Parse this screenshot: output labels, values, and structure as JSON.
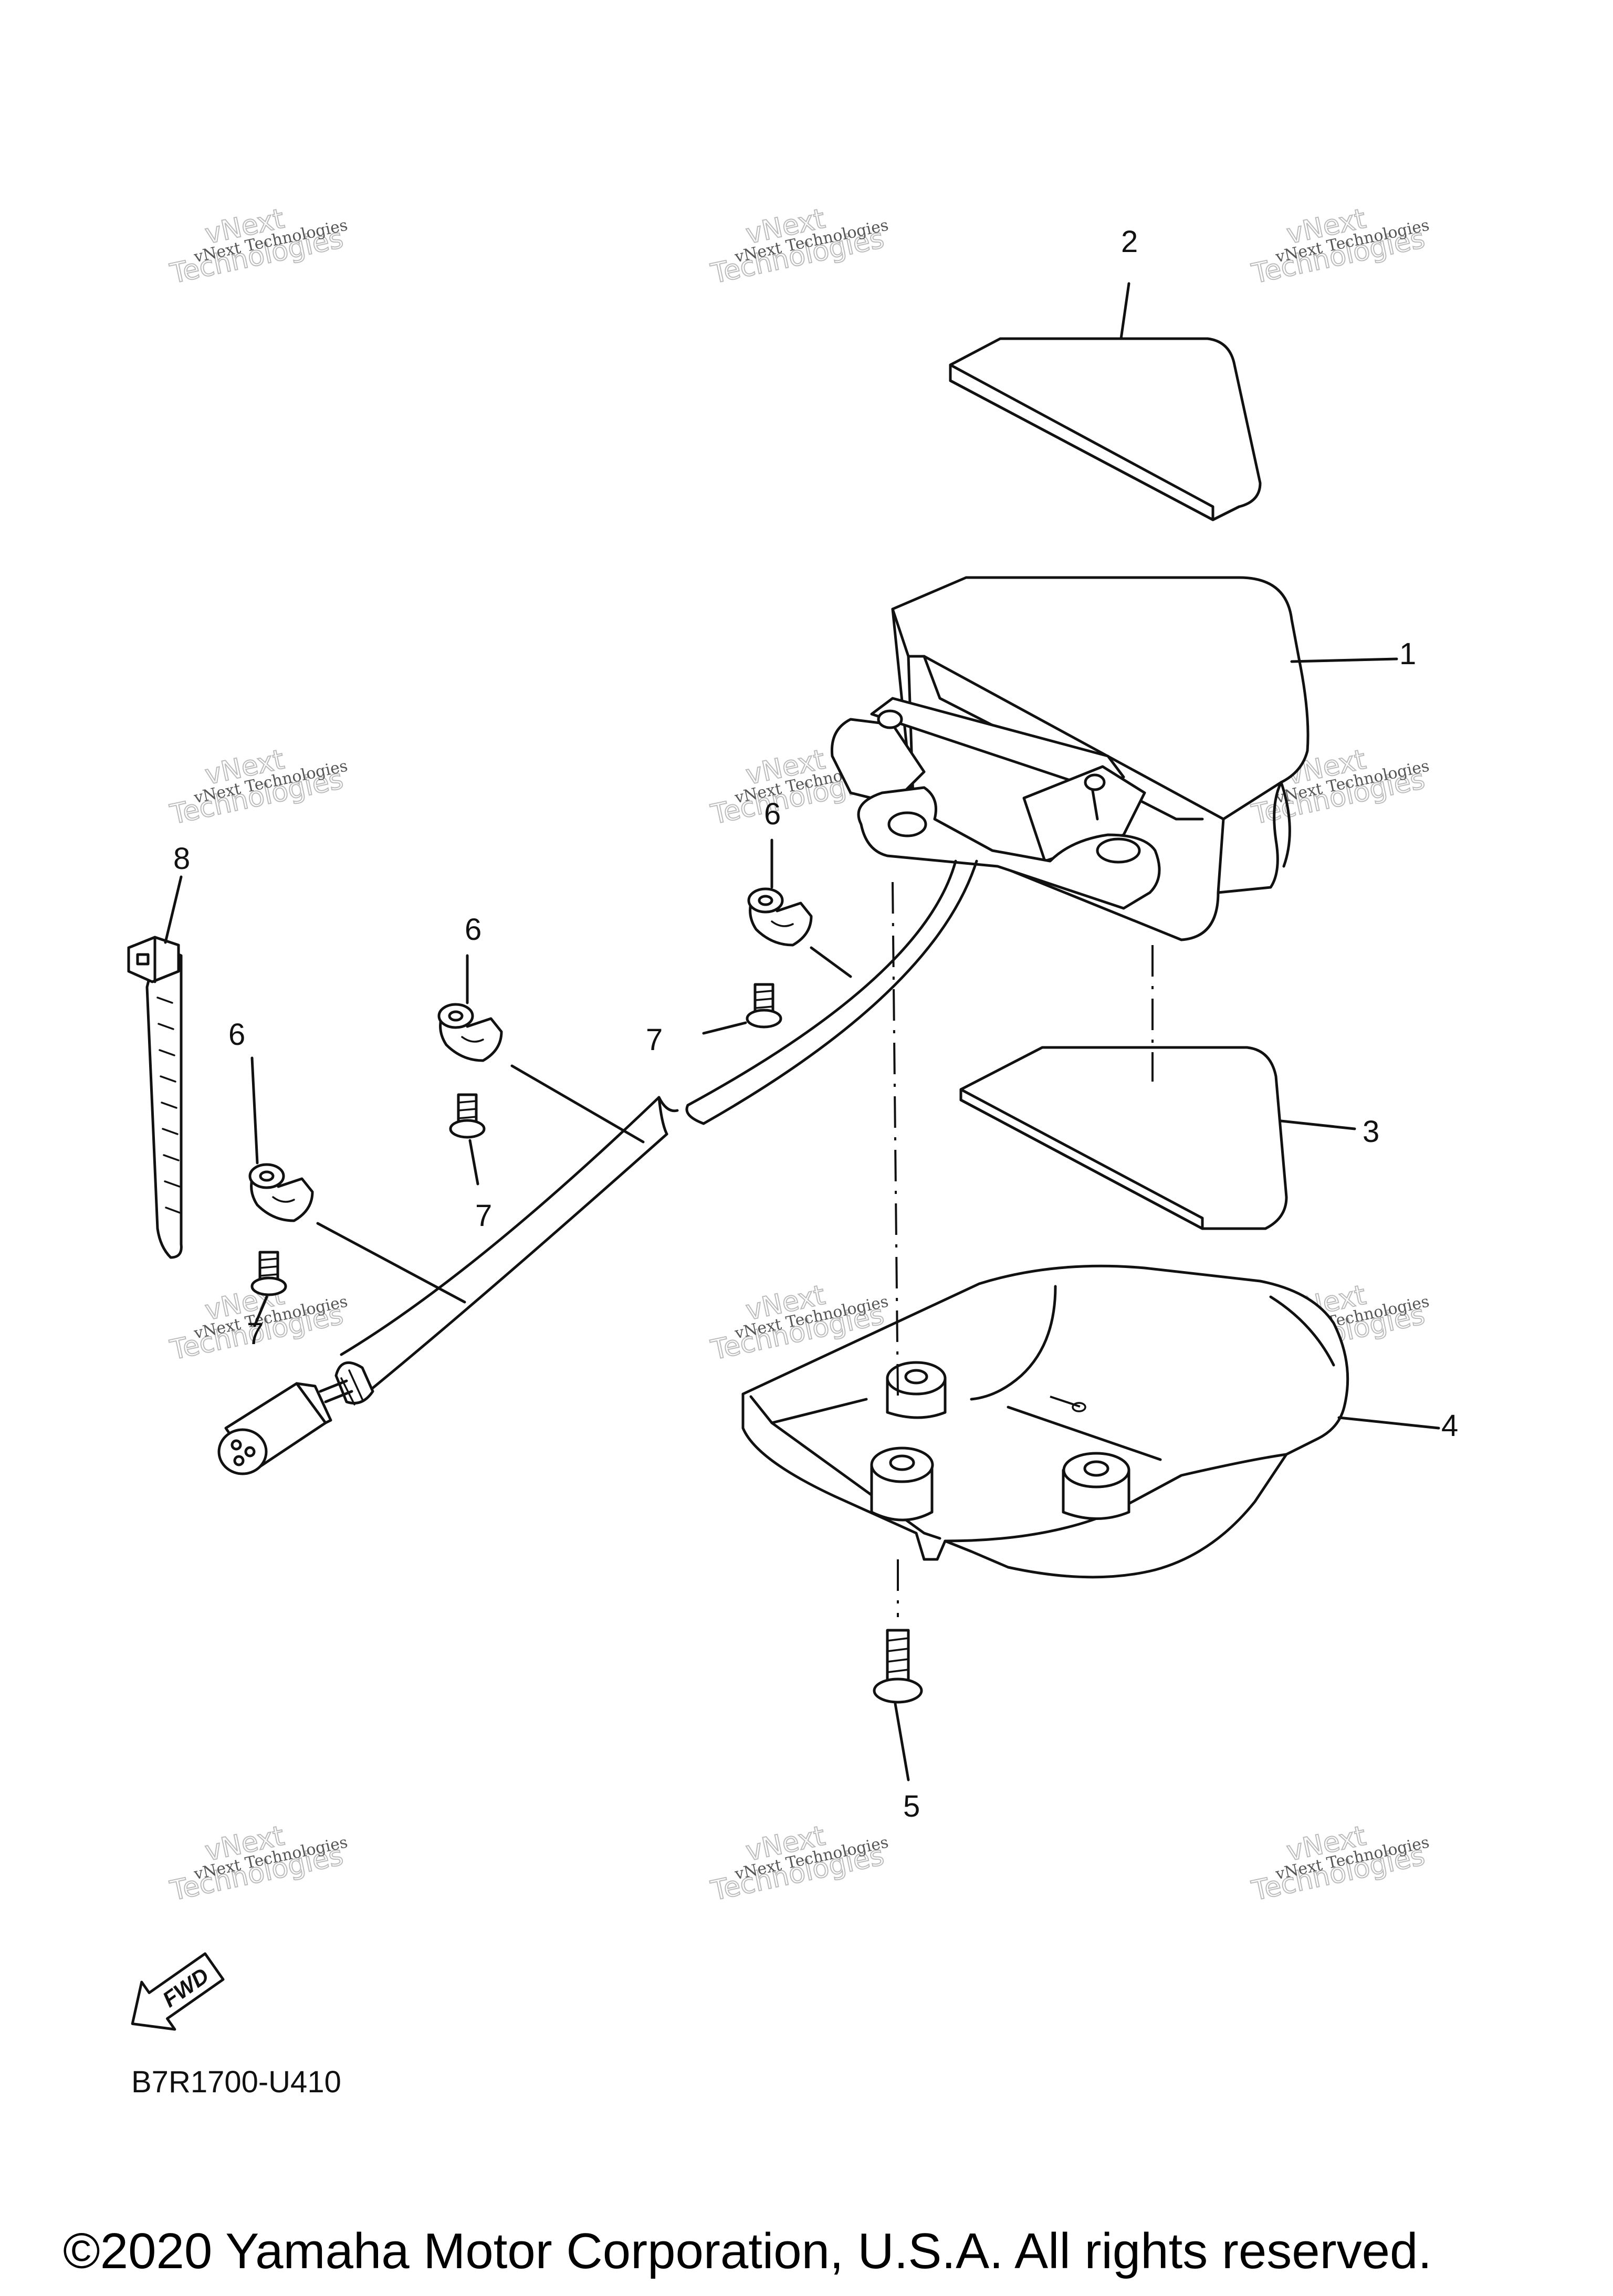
{
  "callouts": {
    "c1": "1",
    "c2": "2",
    "c3": "3",
    "c4": "4",
    "c5": "5",
    "c6a": "6",
    "c6b": "6",
    "c6c": "6",
    "c7a": "7",
    "c7b": "7",
    "c7c": "7",
    "c8": "8"
  },
  "watermark": {
    "line1": "vNext Technologies",
    "line2": "vNext",
    "line3": "Technologies"
  },
  "fwd_label": "FWD",
  "diagram_code": "B7R1700-U410",
  "copyright": "©2020 Yamaha Motor Corporation, U.S.A. All rights reserved.",
  "colors": {
    "ink": "#111111",
    "watermark": "#bbbbbb",
    "background": "#ffffff"
  }
}
